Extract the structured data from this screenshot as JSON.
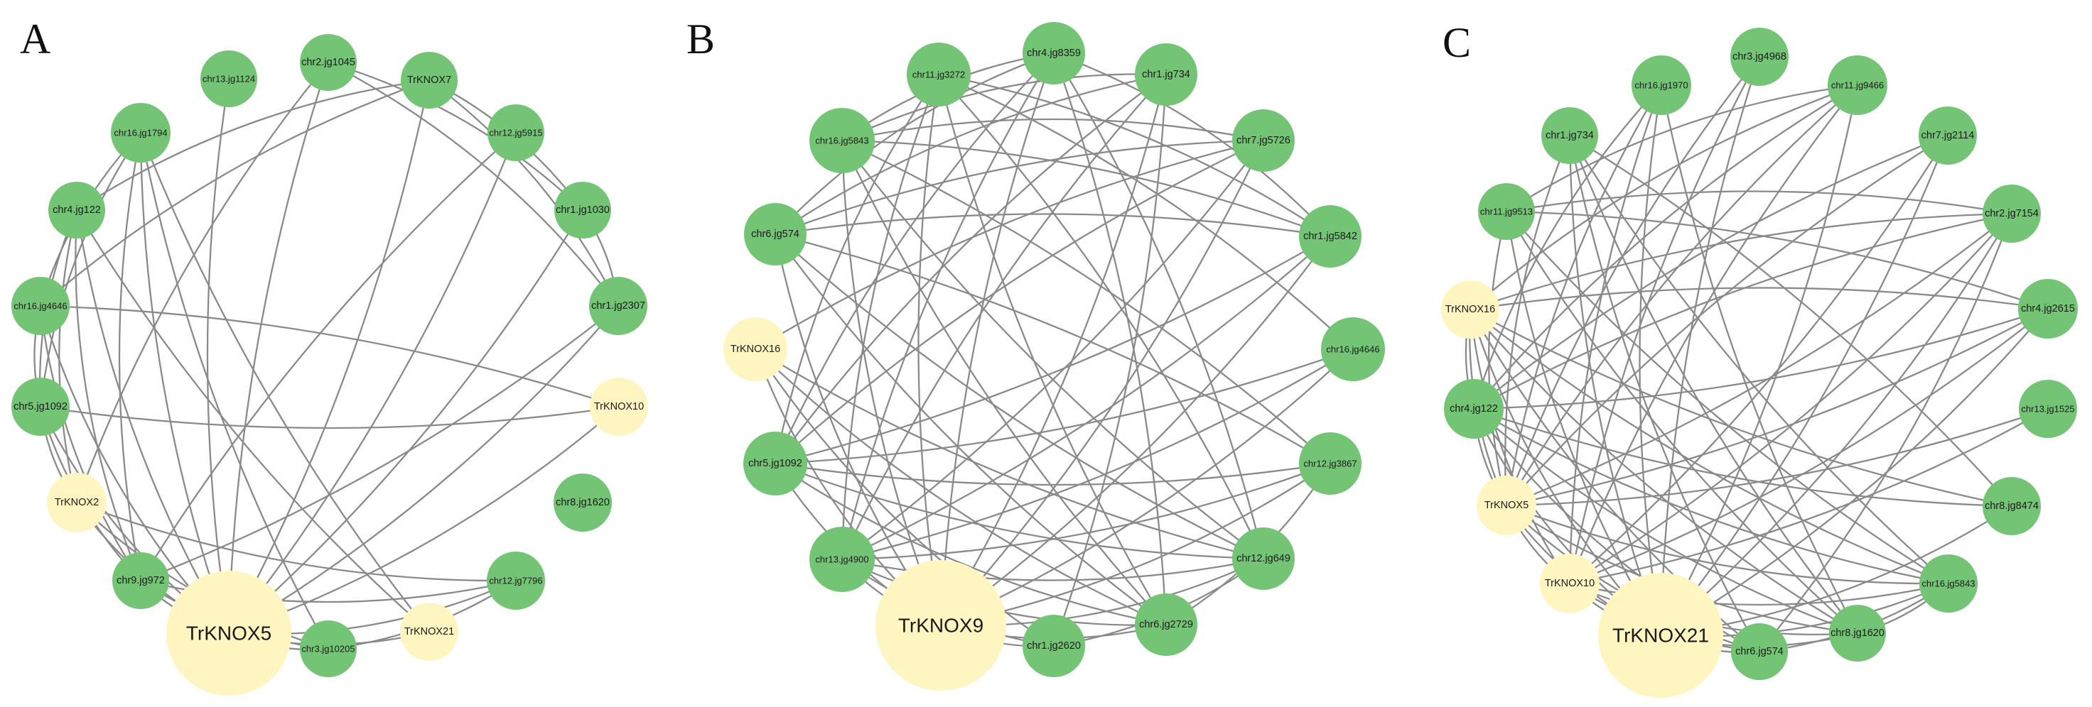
{
  "colors": {
    "gene": "#74c476",
    "knox": "#fff5c0",
    "edge": "#8a8a8a"
  },
  "panels": [
    {
      "letter": "A",
      "hub": "TrKNOX5",
      "nodes": [
        {
          "id": "TrKNOX5",
          "type": "knox"
        },
        {
          "id": "chr13.jg1124",
          "type": "gene"
        },
        {
          "id": "chr2.jg1045",
          "type": "gene"
        },
        {
          "id": "TrKNOX7",
          "type": "gene"
        },
        {
          "id": "chr16.jg1794",
          "type": "gene"
        },
        {
          "id": "chr12.jg5915",
          "type": "gene"
        },
        {
          "id": "chr4.jg122",
          "type": "gene"
        },
        {
          "id": "chr1.jg1030",
          "type": "gene"
        },
        {
          "id": "chr16.jg4646",
          "type": "gene"
        },
        {
          "id": "chr1.jg2307",
          "type": "gene"
        },
        {
          "id": "chr5.jg1092",
          "type": "gene"
        },
        {
          "id": "TrKNOX10",
          "type": "knox"
        },
        {
          "id": "TrKNOX2",
          "type": "knox"
        },
        {
          "id": "chr8.jg1620",
          "type": "gene"
        },
        {
          "id": "chr9.jg972",
          "type": "gene"
        },
        {
          "id": "chr12.jg7796",
          "type": "gene"
        },
        {
          "id": "chr3.jg10205",
          "type": "gene"
        },
        {
          "id": "TrKNOX21",
          "type": "knox"
        }
      ]
    },
    {
      "letter": "B",
      "hub": "TrKNOX9",
      "nodes": [
        {
          "id": "TrKNOX9",
          "type": "knox"
        },
        {
          "id": "chr4.jg8359",
          "type": "gene"
        },
        {
          "id": "chr11.jg3272",
          "type": "gene"
        },
        {
          "id": "chr1.jg734",
          "type": "gene"
        },
        {
          "id": "chr16.jg5843",
          "type": "gene"
        },
        {
          "id": "chr7.jg5726",
          "type": "gene"
        },
        {
          "id": "chr6.jg574",
          "type": "gene"
        },
        {
          "id": "chr1.jg5842",
          "type": "gene"
        },
        {
          "id": "TrKNOX16",
          "type": "knox"
        },
        {
          "id": "chr16.jg4646",
          "type": "gene"
        },
        {
          "id": "chr5.jg1092",
          "type": "gene"
        },
        {
          "id": "chr12.jg3867",
          "type": "gene"
        },
        {
          "id": "chr13.jg4900",
          "type": "gene"
        },
        {
          "id": "chr12.jg649",
          "type": "gene"
        },
        {
          "id": "chr1.jg2620",
          "type": "gene"
        },
        {
          "id": "chr6.jg2729",
          "type": "gene"
        }
      ]
    },
    {
      "letter": "C",
      "hub": "TrKNOX21",
      "nodes": [
        {
          "id": "TrKNOX21",
          "type": "knox"
        },
        {
          "id": "chr16.jg1970",
          "type": "gene"
        },
        {
          "id": "chr3.jg4968",
          "type": "gene"
        },
        {
          "id": "chr11.jg9466",
          "type": "gene"
        },
        {
          "id": "chr1.jg734",
          "type": "gene"
        },
        {
          "id": "chr7.jg2114",
          "type": "gene"
        },
        {
          "id": "chr11.jg9513",
          "type": "gene"
        },
        {
          "id": "chr2.jg7154",
          "type": "gene"
        },
        {
          "id": "TrKNOX16",
          "type": "knox"
        },
        {
          "id": "chr4.jg2615",
          "type": "gene"
        },
        {
          "id": "chr4.jg122",
          "type": "gene"
        },
        {
          "id": "chr13.jg1525",
          "type": "gene"
        },
        {
          "id": "TrKNOX5",
          "type": "knox"
        },
        {
          "id": "chr8.jg8474",
          "type": "gene"
        },
        {
          "id": "TrKNOX10",
          "type": "knox"
        },
        {
          "id": "chr16.jg5843",
          "type": "gene"
        },
        {
          "id": "chr8.jg1620",
          "type": "gene"
        },
        {
          "id": "chr6.jg574",
          "type": "gene"
        }
      ]
    }
  ]
}
